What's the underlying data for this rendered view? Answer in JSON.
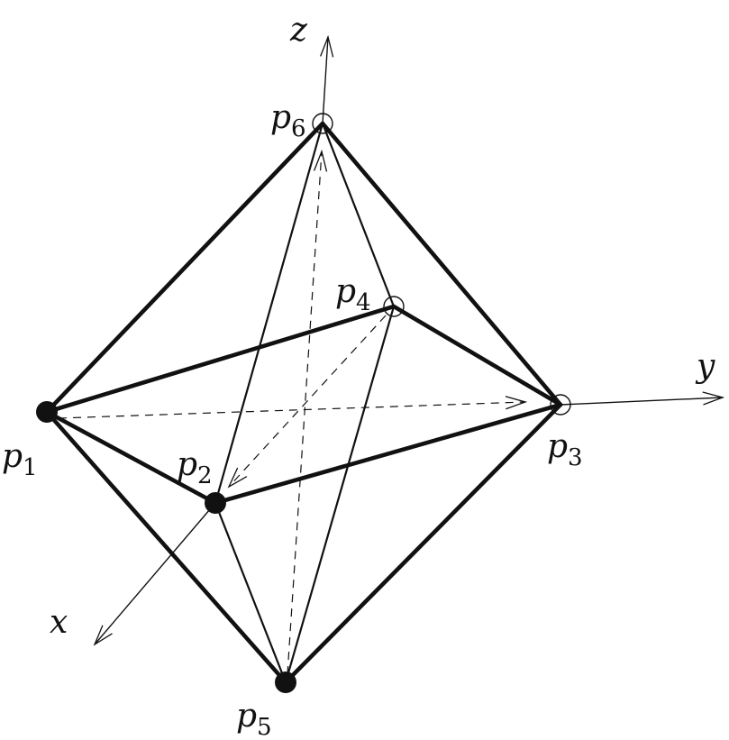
{
  "axes": {
    "x": {
      "label": "x"
    },
    "y": {
      "label": "y"
    },
    "z": {
      "label": "z"
    }
  },
  "points": [
    {
      "id": "p1",
      "name": "p",
      "sub": "1",
      "marker": "filled"
    },
    {
      "id": "p2",
      "name": "p",
      "sub": "2",
      "marker": "filled"
    },
    {
      "id": "p3",
      "name": "p",
      "sub": "3",
      "marker": "open"
    },
    {
      "id": "p4",
      "name": "p",
      "sub": "4",
      "marker": "open"
    },
    {
      "id": "p5",
      "name": "p",
      "sub": "5",
      "marker": "filled"
    },
    {
      "id": "p6",
      "name": "p",
      "sub": "6",
      "marker": "open"
    }
  ],
  "edges": [
    {
      "from": "p1",
      "to": "p2",
      "style": "thick"
    },
    {
      "from": "p2",
      "to": "p3",
      "style": "thick"
    },
    {
      "from": "p3",
      "to": "p4",
      "style": "thick"
    },
    {
      "from": "p4",
      "to": "p1",
      "style": "thick"
    },
    {
      "from": "p6",
      "to": "p1",
      "style": "thick"
    },
    {
      "from": "p6",
      "to": "p3",
      "style": "thick"
    },
    {
      "from": "p5",
      "to": "p1",
      "style": "thick"
    },
    {
      "from": "p5",
      "to": "p3",
      "style": "thick"
    },
    {
      "from": "p5",
      "to": "p2",
      "style": "medium"
    },
    {
      "from": "p6",
      "to": "p2",
      "style": "medium"
    },
    {
      "from": "p6",
      "to": "p4",
      "style": "medium"
    },
    {
      "from": "p5",
      "to": "p4",
      "style": "medium"
    }
  ],
  "colors": {
    "ink": "#111111",
    "background": "#ffffff"
  }
}
